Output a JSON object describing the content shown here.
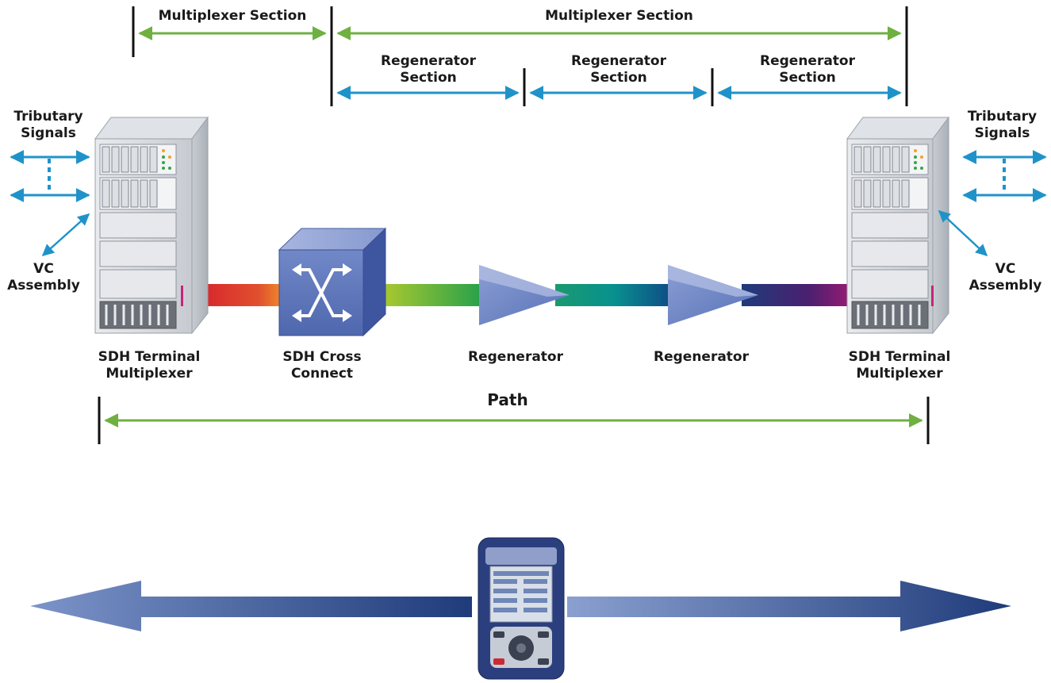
{
  "sections": {
    "multiplexer_left": "Multiplexer Section",
    "multiplexer_right": "Multiplexer Section",
    "regenerator": [
      "Regenerator\nSection",
      "Regenerator\nSection",
      "Regenerator\nSection"
    ]
  },
  "left_side": {
    "tributary": "Tributary\nSignals",
    "vc": "VC\nAssembly"
  },
  "right_side": {
    "tributary": "Tributary\nSignals",
    "vc": "VC\nAssembly"
  },
  "equipment": {
    "terminal_left": "SDH Terminal\nMultiplexer",
    "cross_connect": "SDH Cross\nConnect",
    "regenerator_1": "Regenerator",
    "regenerator_2": "Regenerator",
    "terminal_right": "SDH Terminal\nMultiplexer"
  },
  "path_label": "Path",
  "colors": {
    "green_arrow": "#6fb040",
    "blue_arrow": "#1f93c9",
    "navy": "#1f3b7a",
    "device_blue": "#5d78bd"
  }
}
